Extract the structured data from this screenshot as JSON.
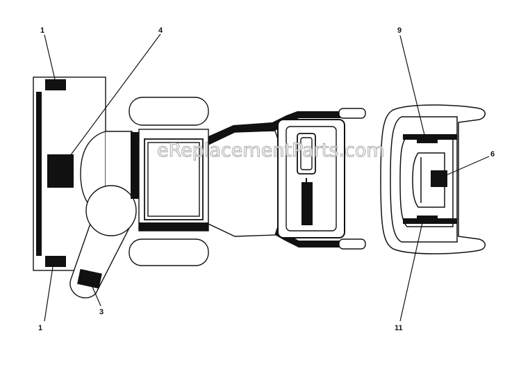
{
  "diagram": {
    "callouts": [
      {
        "id": "c1_top",
        "label": "1"
      },
      {
        "id": "c4",
        "label": "4"
      },
      {
        "id": "c1_bottom",
        "label": "1"
      },
      {
        "id": "c3",
        "label": "3"
      },
      {
        "id": "c9",
        "label": "9"
      },
      {
        "id": "c6",
        "label": "6"
      },
      {
        "id": "c11",
        "label": "11"
      }
    ],
    "watermark": "eReplacementParts.com"
  }
}
